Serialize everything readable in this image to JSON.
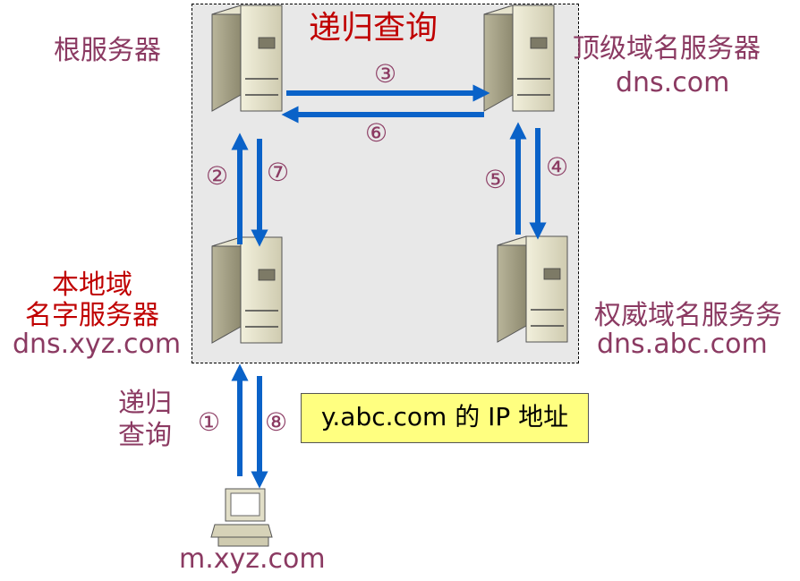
{
  "region": {
    "title": "递归查询"
  },
  "servers": {
    "root": {
      "label": "根服务器"
    },
    "tld": {
      "label": "顶级域名服务器",
      "domain": "dns.com"
    },
    "local": {
      "line1": "本地域",
      "line2": "名字服务器",
      "domain": "dns.xyz.com"
    },
    "auth": {
      "label": "权威域名服务务",
      "domain": "dns.abc.com"
    }
  },
  "client": {
    "domain": "m.xyz.com",
    "query_line1": "递归",
    "query_line2": "查询"
  },
  "callout": {
    "text": "y.abc.com 的 IP 地址"
  },
  "steps": [
    "①",
    "②",
    "③",
    "④",
    "⑤",
    "⑥",
    "⑦",
    "⑧"
  ],
  "colors": {
    "arrow": "#0a62c8",
    "label": "#8b3a62",
    "title": "#c00000",
    "callout_bg": "#ffff80"
  }
}
